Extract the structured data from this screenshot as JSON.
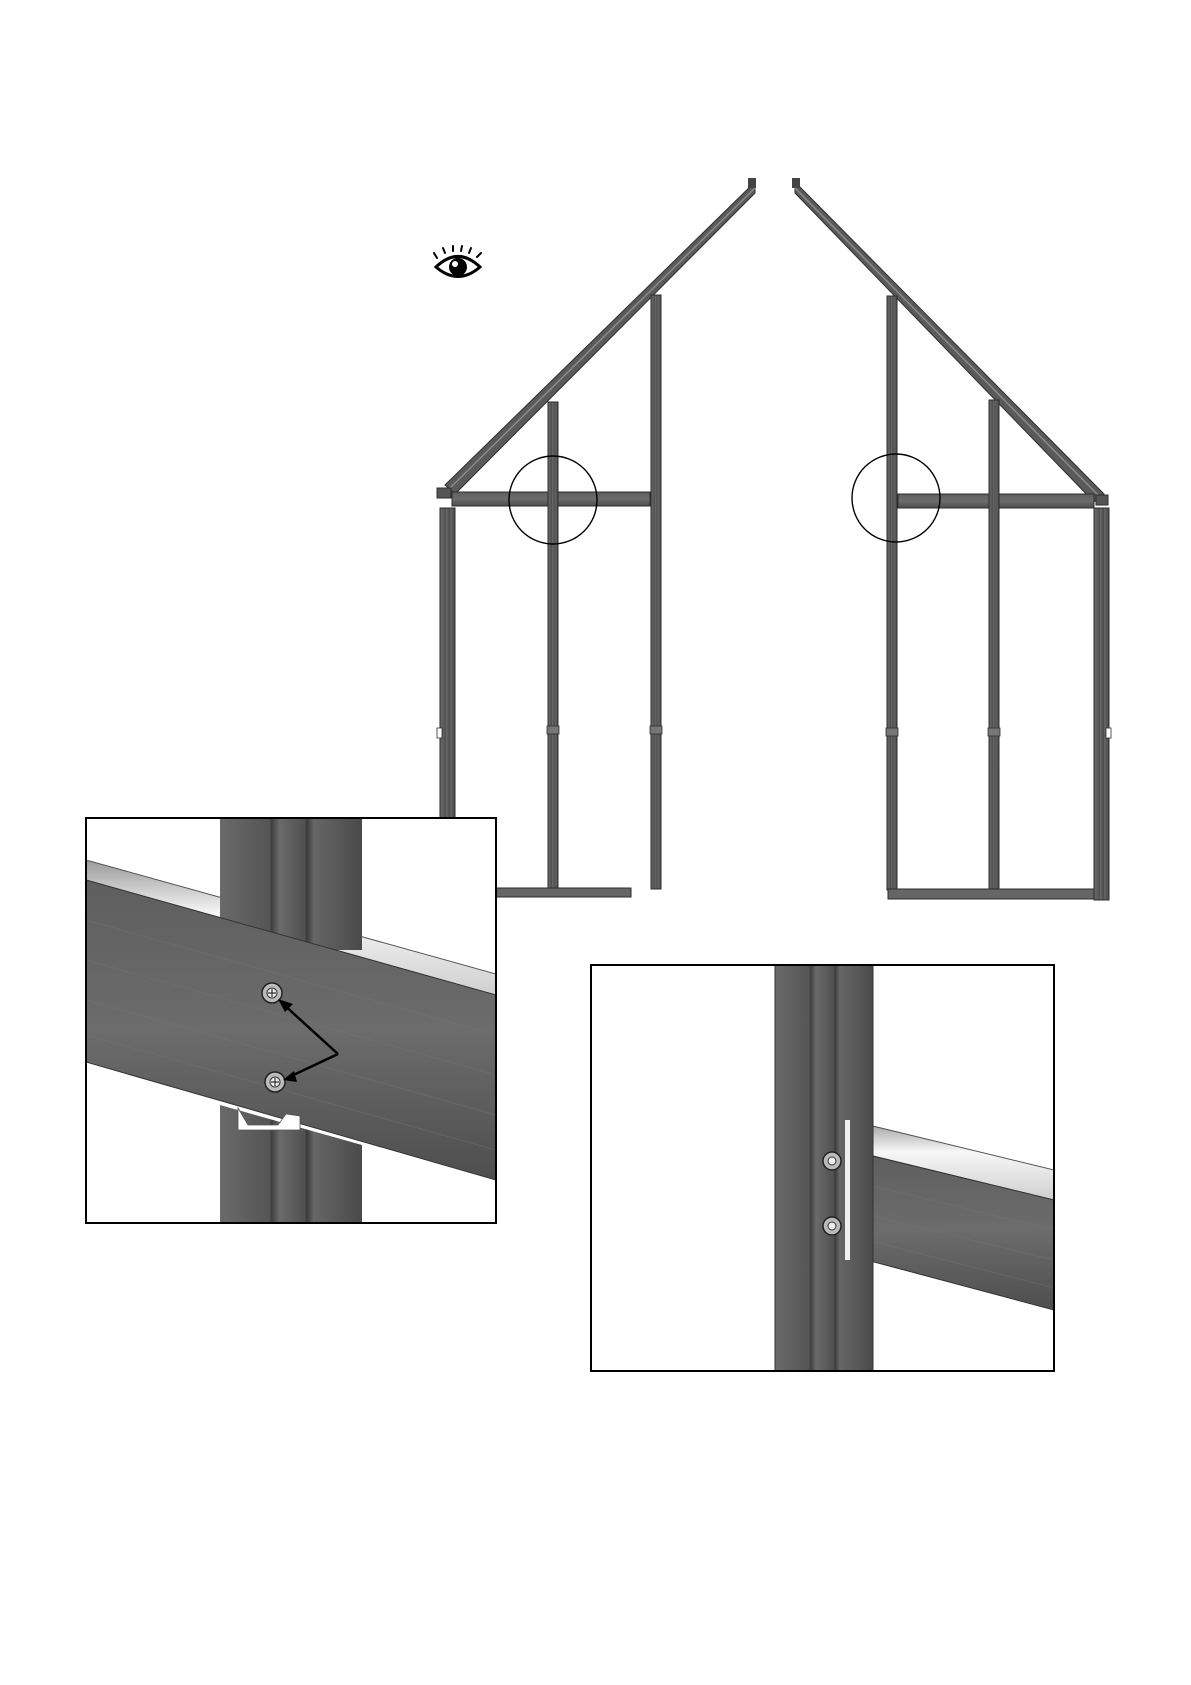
{
  "diagram": {
    "kind": "assembly-instruction",
    "views": [
      "gable-frame-left",
      "gable-frame-right",
      "detail-left-joint",
      "detail-right-joint"
    ],
    "icons": [
      "eye-icon",
      "pointer-arrow-icon"
    ],
    "colors": {
      "frame": "#555555",
      "frame_dark": "#3c3c3c",
      "frame_light": "#8a8a8a",
      "highlight": "#f4f4f4",
      "outline": "#000000",
      "background": "#ffffff"
    }
  }
}
